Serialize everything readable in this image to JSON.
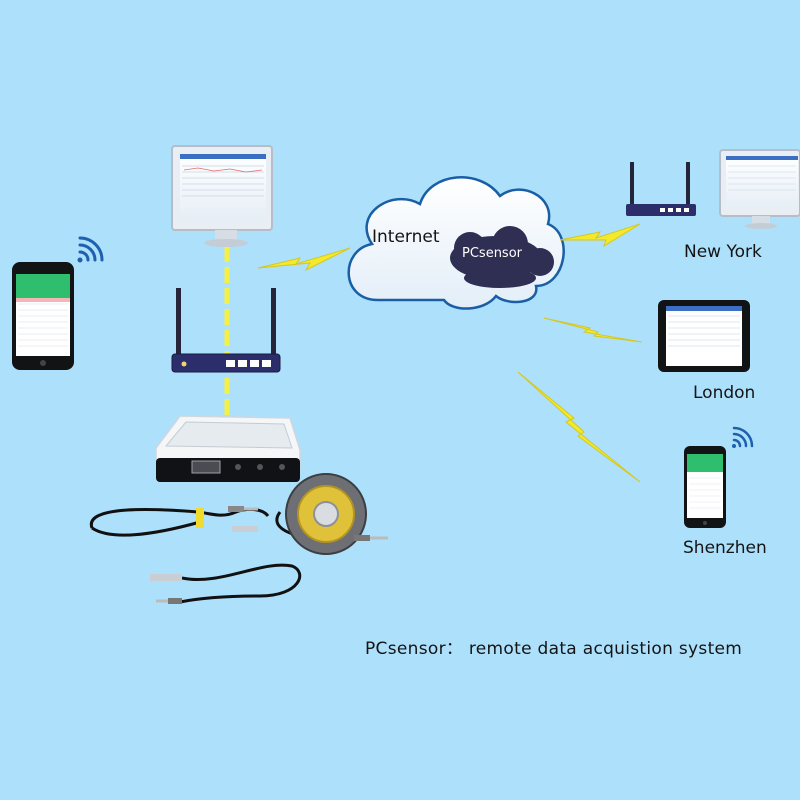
{
  "cloud": {
    "internet_label": "Internet",
    "brand_label": "PCsensor"
  },
  "locations": {
    "new_york": "New York",
    "london": "London",
    "shenzhen": "Shenzhen"
  },
  "caption": "PCsensor： remote data acquistion system",
  "colors": {
    "background": "#ade0fb",
    "lightning": "#f2ea2a",
    "cloud_badge": "#2e2f52",
    "app_green": "#2fbd6e",
    "connector_line": "#f5f045"
  }
}
